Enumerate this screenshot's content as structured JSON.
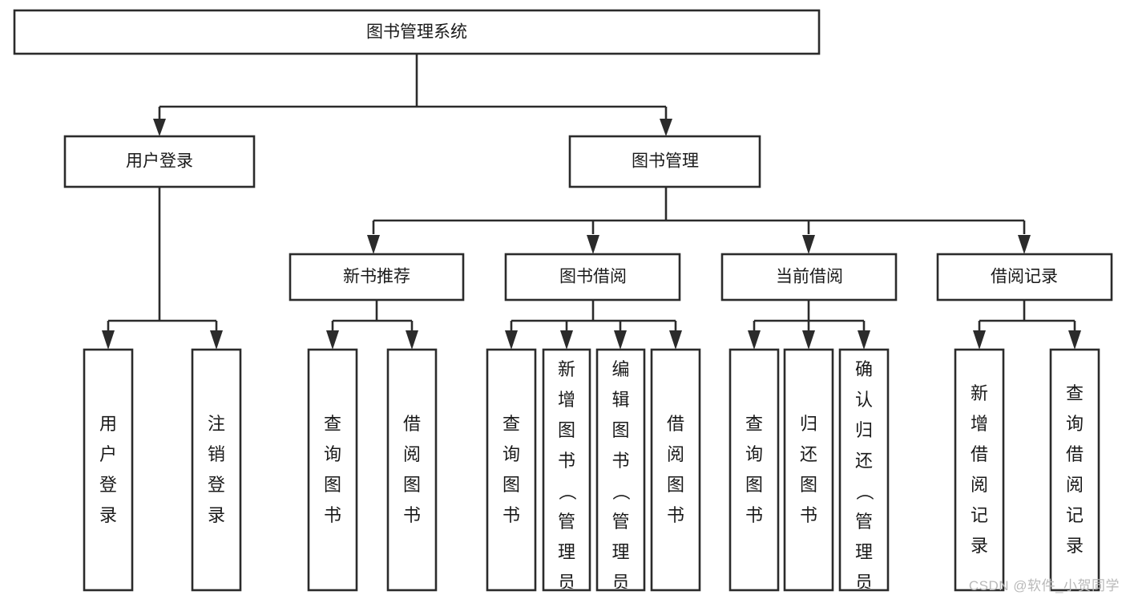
{
  "diagram": {
    "type": "tree-hierarchy",
    "title": "图书管理系统",
    "colors": {
      "stroke": "#2b2b2b",
      "fill": "#ffffff",
      "text": "#1a1a1a",
      "background": "#ffffff",
      "watermark": "#b9b9b9"
    },
    "levels": {
      "root": {
        "label": "图书管理系统"
      },
      "level2": [
        {
          "id": "user-login",
          "label": "用户登录"
        },
        {
          "id": "book-management",
          "label": "图书管理"
        }
      ],
      "level3": [
        {
          "id": "new-book-recommend",
          "label": "新书推荐",
          "parent": "book-management"
        },
        {
          "id": "book-borrow",
          "label": "图书借阅",
          "parent": "book-management"
        },
        {
          "id": "current-borrow",
          "label": "当前借阅",
          "parent": "book-management"
        },
        {
          "id": "borrow-record",
          "label": "借阅记录",
          "parent": "book-management"
        }
      ],
      "leaves": [
        {
          "id": "leaf-user-login",
          "label": "用户登录",
          "parent": "user-login"
        },
        {
          "id": "leaf-logout",
          "label": "注销登录",
          "parent": "user-login"
        },
        {
          "id": "leaf-query-book-1",
          "label": "查询图书",
          "parent": "new-book-recommend"
        },
        {
          "id": "leaf-borrow-book-1",
          "label": "借阅图书",
          "parent": "new-book-recommend"
        },
        {
          "id": "leaf-query-book-2",
          "label": "查询图书",
          "parent": "book-borrow"
        },
        {
          "id": "leaf-add-book",
          "label": "新增图书（管理员）",
          "parent": "book-borrow"
        },
        {
          "id": "leaf-edit-book",
          "label": "编辑图书（管理员）",
          "parent": "book-borrow"
        },
        {
          "id": "leaf-borrow-book-2",
          "label": "借阅图书",
          "parent": "book-borrow"
        },
        {
          "id": "leaf-query-book-3",
          "label": "查询图书",
          "parent": "current-borrow"
        },
        {
          "id": "leaf-return-book",
          "label": "归还图书",
          "parent": "current-borrow"
        },
        {
          "id": "leaf-confirm-return",
          "label": "确认归还（管理员）",
          "parent": "current-borrow"
        },
        {
          "id": "leaf-add-record",
          "label": "新增借阅记录",
          "parent": "borrow-record"
        },
        {
          "id": "leaf-query-record",
          "label": "查询借阅记录",
          "parent": "borrow-record"
        }
      ]
    }
  },
  "watermark": {
    "text": "CSDN @软件_小贺同学"
  }
}
